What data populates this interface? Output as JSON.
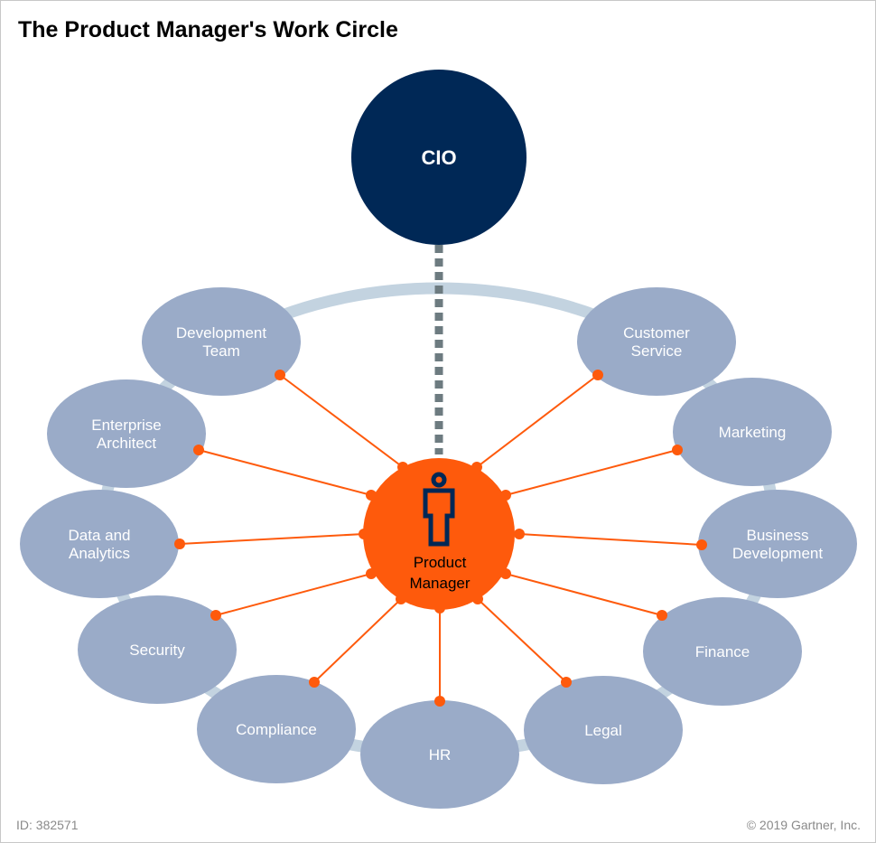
{
  "title": "The Product Manager's Work Circle",
  "top_node": "CIO",
  "center_node": {
    "line1": "Product",
    "line2": "Manager",
    "icon": "person-icon"
  },
  "nodes": [
    {
      "lines": [
        "Development",
        "Team"
      ]
    },
    {
      "lines": [
        "Customer",
        "Service"
      ]
    },
    {
      "lines": [
        "Enterprise",
        "Architect"
      ]
    },
    {
      "lines": [
        "Marketing"
      ]
    },
    {
      "lines": [
        "Data and",
        "Analytics"
      ]
    },
    {
      "lines": [
        "Business",
        "Development"
      ]
    },
    {
      "lines": [
        "Security"
      ]
    },
    {
      "lines": [
        "Finance"
      ]
    },
    {
      "lines": [
        "Compliance"
      ]
    },
    {
      "lines": [
        "Legal"
      ]
    },
    {
      "lines": [
        "HR"
      ]
    }
  ],
  "colors": {
    "cio": "#002856",
    "center": "#fe5a0c",
    "node": "#9aabc8",
    "ring": "#c3d3e0",
    "connector": "#6d7b80"
  },
  "footer": {
    "id": "ID: 382571",
    "copyright": "© 2019 Gartner, Inc."
  }
}
